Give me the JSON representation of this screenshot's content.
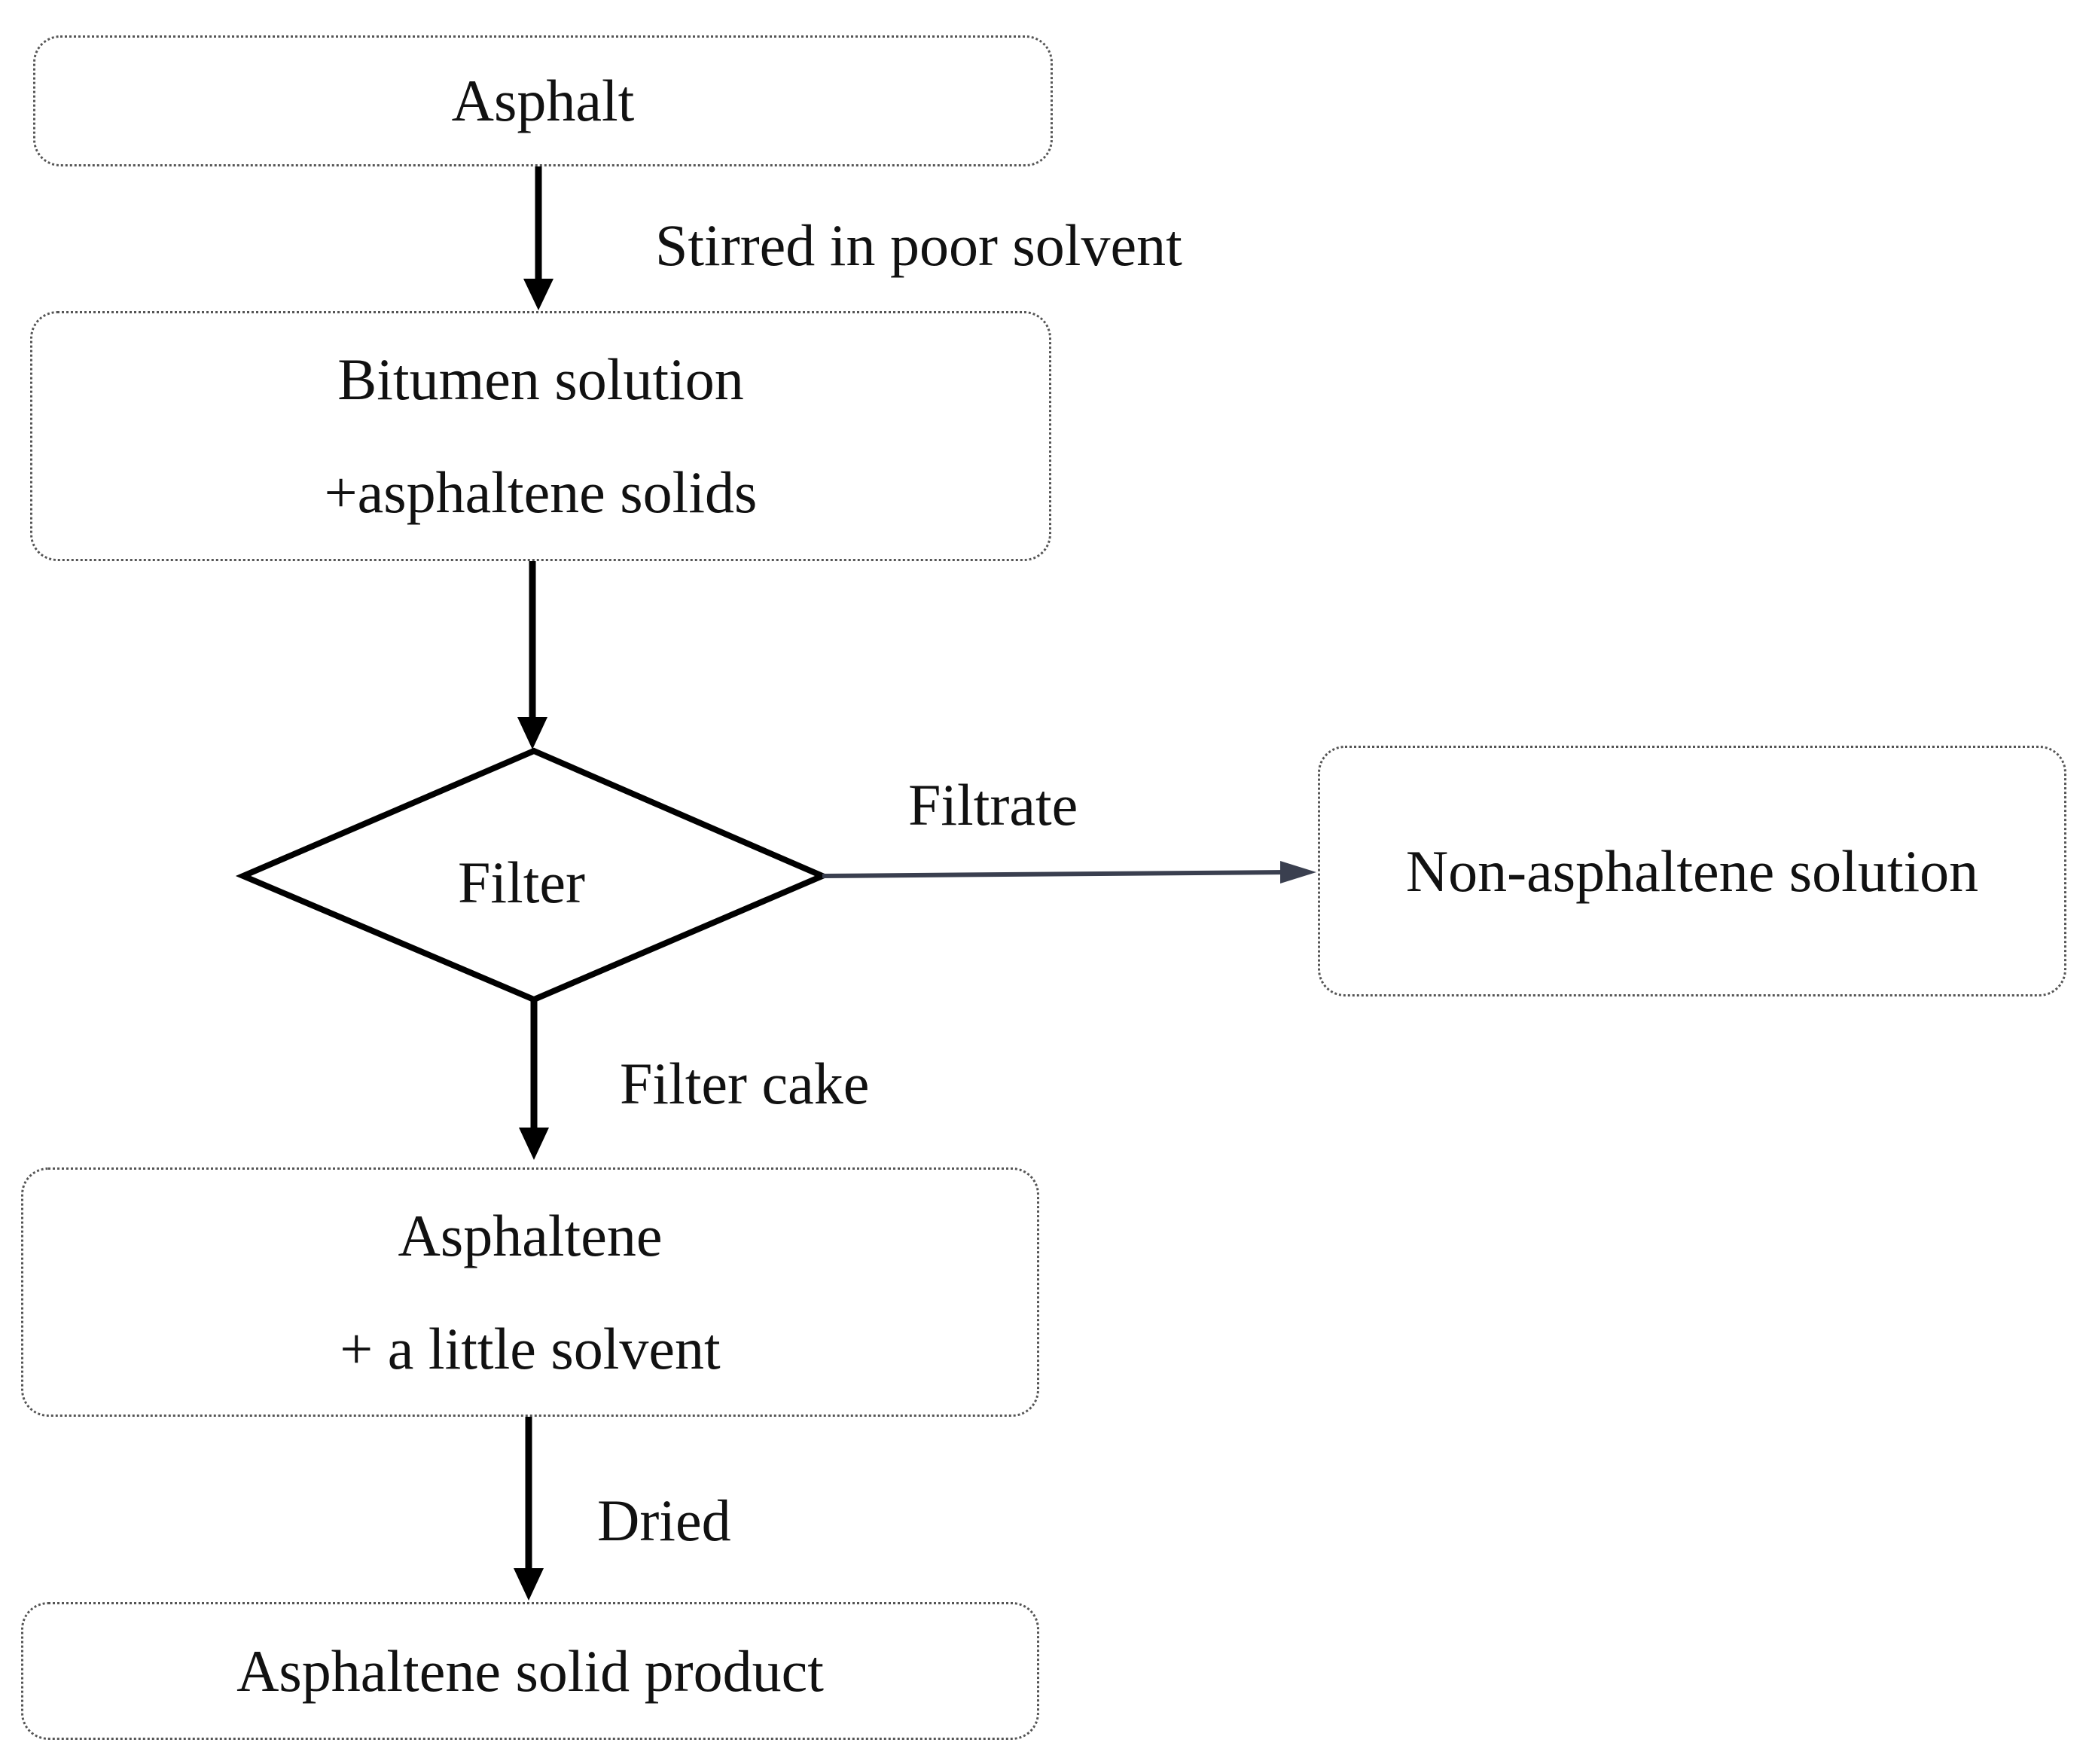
{
  "nodes": {
    "asphalt": {
      "text": "Asphalt"
    },
    "bitumen": {
      "line1": "Bitumen solution",
      "line2": "+asphaltene solids"
    },
    "filter": {
      "text": "Filter"
    },
    "non_asphaltene": {
      "text": "Non-asphaltene solution"
    },
    "asphaltene": {
      "line1": "Asphaltene",
      "line2": "+ a little solvent"
    },
    "product": {
      "text": "Asphaltene solid product"
    }
  },
  "edges": {
    "stirred": "Stirred in poor solvent",
    "filtrate": "Filtrate",
    "filter_cake": "Filter cake",
    "dried": "Dried"
  },
  "colors": {
    "arrow": "#000000",
    "filtrate_arrow": "#3a3f4f",
    "box_border": "#555555",
    "text": "#111111"
  }
}
